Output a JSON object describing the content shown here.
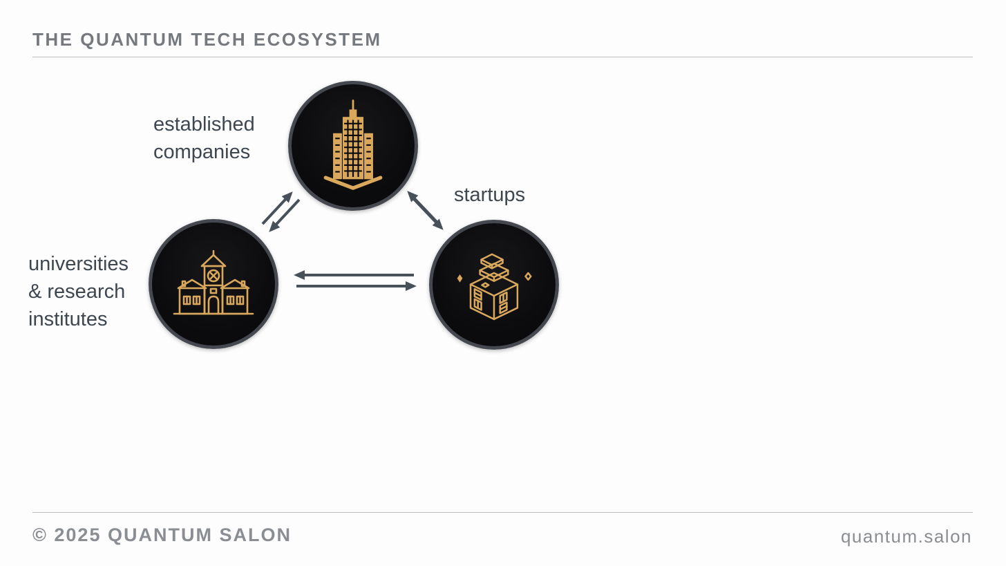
{
  "header": {
    "title": "THE QUANTUM TECH ECOSYSTEM"
  },
  "diagram": {
    "nodes": [
      {
        "id": "established-companies",
        "label_lines": [
          "established",
          "companies"
        ],
        "icon": "office-tower-icon"
      },
      {
        "id": "universities-research-institutes",
        "label_lines": [
          "universities",
          "& research",
          "institutes"
        ],
        "icon": "university-hall-icon"
      },
      {
        "id": "startups",
        "label_lines": [
          "startups"
        ],
        "icon": "stacked-cubes-icon"
      }
    ],
    "connections": [
      {
        "from": "universities-research-institutes",
        "to": "established-companies",
        "style": "bidirectional"
      },
      {
        "from": "established-companies",
        "to": "startups",
        "style": "bidirectional"
      },
      {
        "from": "universities-research-institutes",
        "to": "startups",
        "style": "bidirectional"
      }
    ]
  },
  "footer": {
    "copyright": "© 2025 QUANTUM SALON",
    "site": "quantum.salon"
  },
  "colors": {
    "gold": "#d9a85c",
    "node_bg": "#0b0b0d",
    "node_border": "#45494f",
    "arrow": "#485059",
    "title_gray": "#75797e",
    "label_gray": "#3e4650",
    "footer_gray": "#8a8e93",
    "rule_gray": "#bcbfc3",
    "page_bg": "#fdfdfe"
  }
}
